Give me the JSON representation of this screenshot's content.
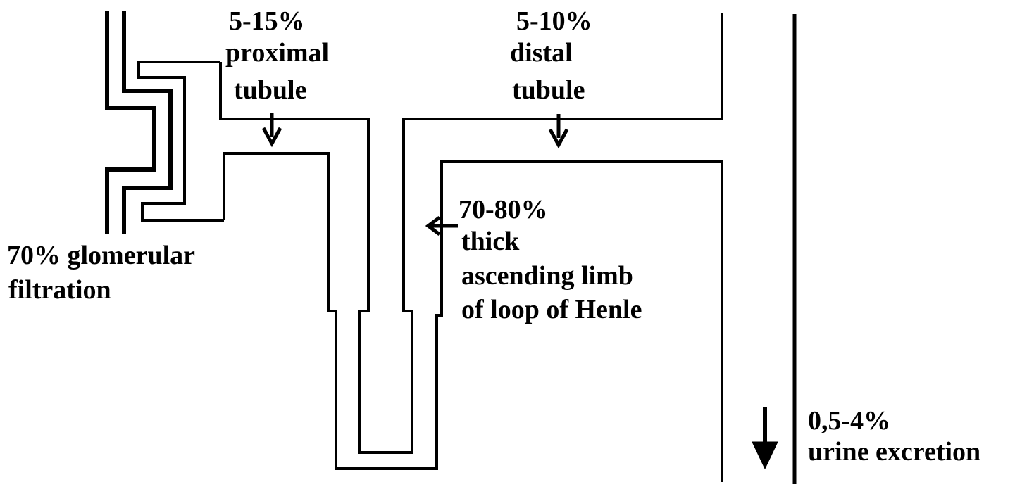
{
  "labels": {
    "proximal": {
      "percent": "5-15%",
      "line1": "proximal",
      "line2": "tubule"
    },
    "distal": {
      "percent": "5-10%",
      "line1": "distal",
      "line2": "tubule"
    },
    "henle": {
      "percent": "70-80%",
      "line1": "thick",
      "line2": "ascending limb",
      "line3": "of loop of Henle"
    },
    "glomerular": {
      "line1": "70% glomerular",
      "line2": "filtration"
    },
    "urine": {
      "percent": "0,5-4%",
      "line1": "urine excretion"
    }
  },
  "colors": {
    "stroke": "#000000",
    "background": "#ffffff"
  }
}
